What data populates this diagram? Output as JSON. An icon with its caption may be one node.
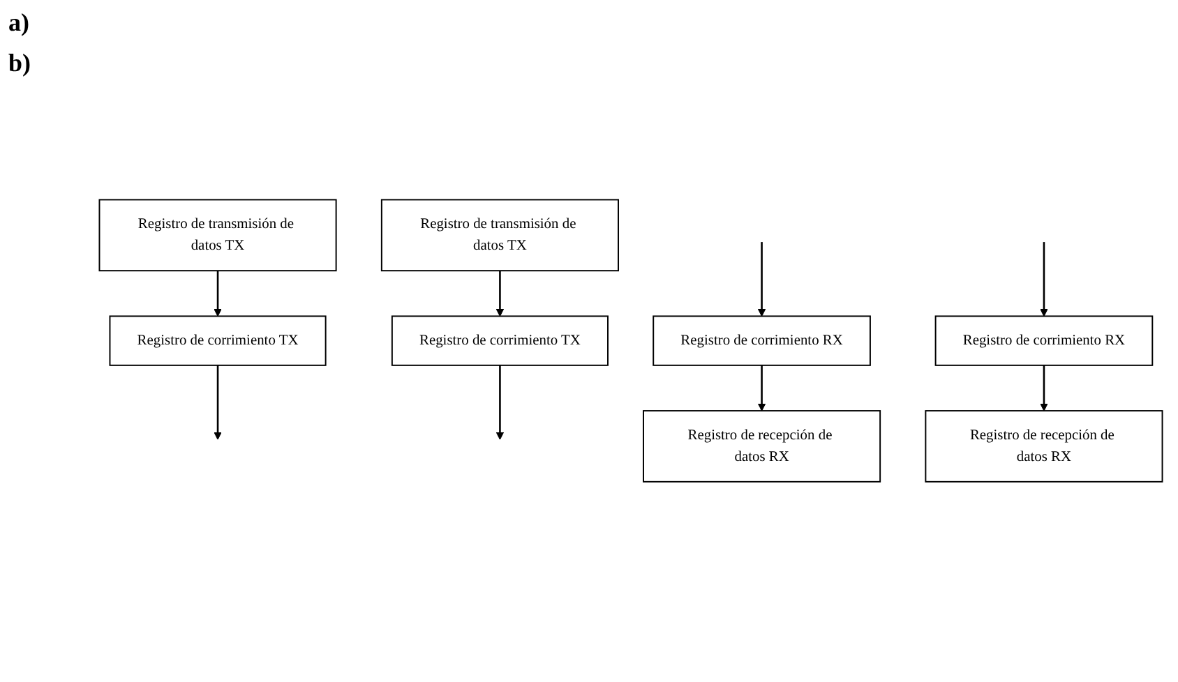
{
  "diagram": {
    "nodes": [
      {
        "text": [
          "Registro de transmisión de datos TX"
        ]
      },
      {
        "text": [
          "Registro de corrimiento TX"
        ]
      },
      {
        "text": [
          "Registro de recepción de datos RX"
        ]
      },
      {
        "text": [
          "Registro de corrimiento RX"
        ]
      },
      {
        "text": [
          "Registro de transmisión de datos TX"
        ]
      },
      {
        "text": [
          "Registro de corrimiento TX"
        ]
      },
      {
        "text": [
          "Registro de recepción de datos RX"
        ]
      },
      {
        "text": [
          "Registro de corrimiento RX"
        ]
      }
    ],
    "edges": [
      {
        "from": 0,
        "to": 1,
        "arrow": "to"
      },
      {
        "from": 1,
        "to": null,
        "arrow": "to"
      },
      {
        "from": 3,
        "to": 2,
        "arrow": "to"
      },
      {
        "from": null,
        "to": 3,
        "arrow": "to"
      },
      {
        "from": 4,
        "to": 5,
        "arrow": "to"
      },
      {
        "from": 5,
        "to": null,
        "arrow": "to"
      },
      {
        "from": 7,
        "to": 6,
        "arrow": "to"
      },
      {
        "from": null,
        "to": 7,
        "arrow": "to"
      }
    ],
    "labels": [
      "a)",
      "b)"
    ]
  }
}
